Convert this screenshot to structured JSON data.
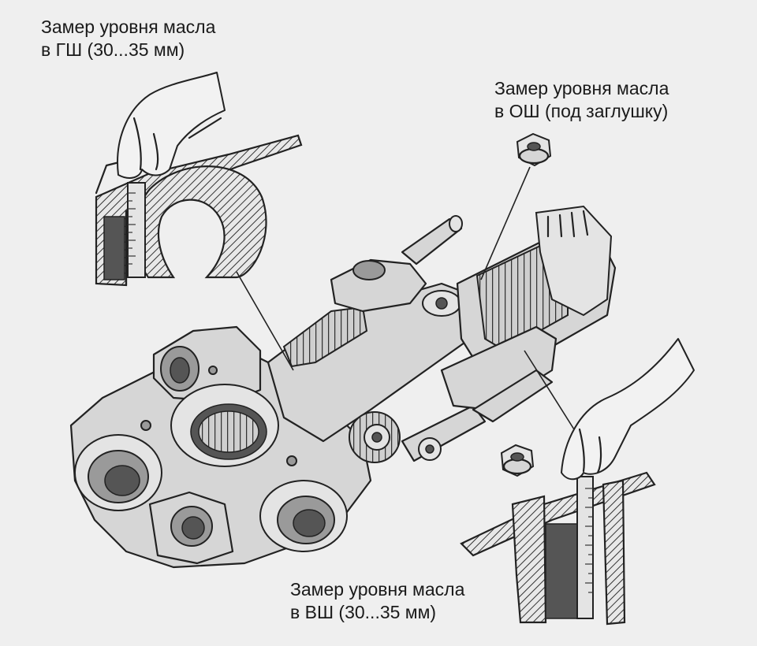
{
  "labels": {
    "gsh": {
      "line1": "Замер уровня масла",
      "line2": "в ГШ (30...35 мм)"
    },
    "osh": {
      "line1": "Замер уровня масла",
      "line2": "в ОШ (под заглушку)"
    },
    "vsh": {
      "line1": "Замер уровня масла",
      "line2": "в ВШ (30...35 мм)"
    }
  },
  "colors": {
    "background": "#efefef",
    "ink": "#222222"
  }
}
